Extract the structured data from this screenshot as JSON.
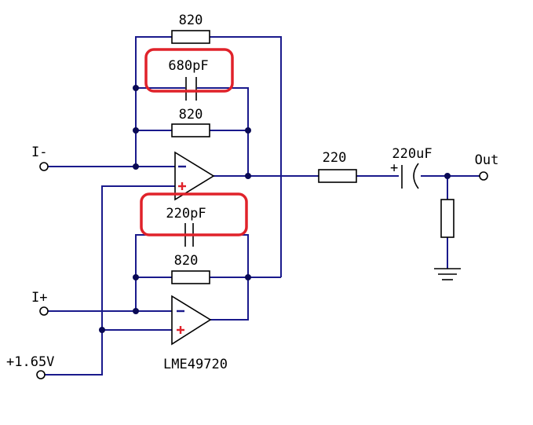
{
  "diagram": {
    "labels": {
      "r_top_outer": "820",
      "c_feedback": "680pF",
      "r_top_inner": "820",
      "input_minus": "I-",
      "r_series": "220",
      "c_output": "220uF",
      "cap_polarity": "+",
      "output": "Out",
      "c_bottom": "220pF",
      "r_bottom": "820",
      "input_plus": "I+",
      "bias_voltage": "+1.65V",
      "opamp_part": "LME49720",
      "opamp1_minus": "–",
      "opamp1_plus": "+",
      "opamp2_minus": "–",
      "opamp2_plus": "+"
    },
    "colors": {
      "wire": "#1a1a8c",
      "highlight": "#e0222a",
      "opamp_pin_minus": "#1a1a8c",
      "opamp_pin_plus": "#e0222a"
    }
  }
}
